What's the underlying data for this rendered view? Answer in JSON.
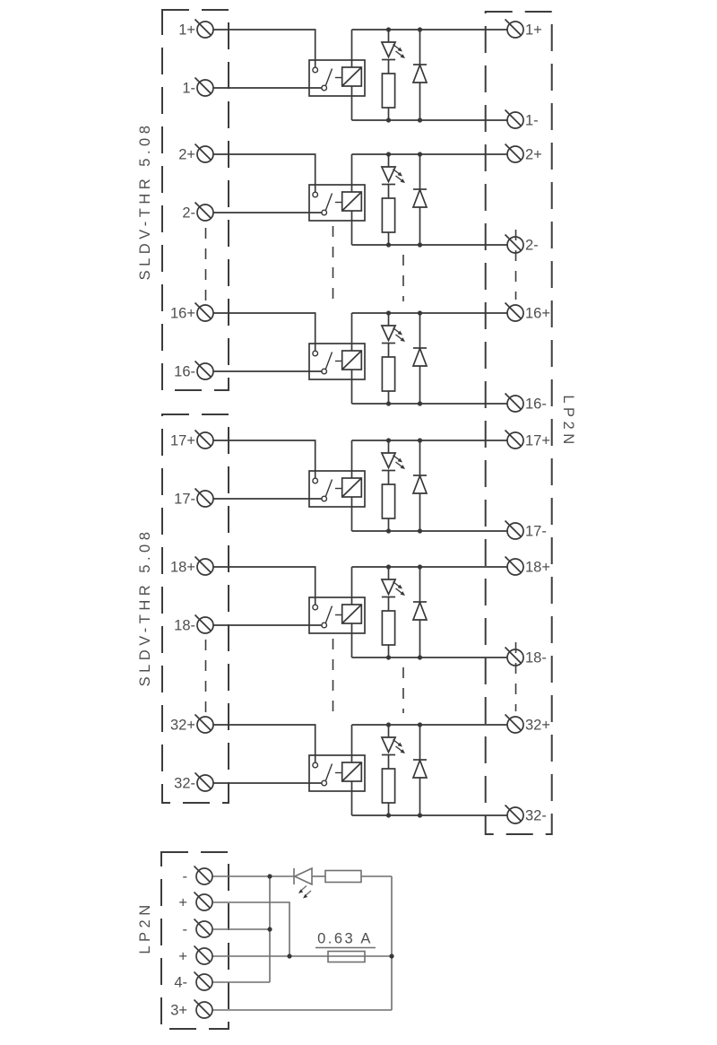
{
  "diagram_title": "relay-module-wiring-diagram",
  "colors": {
    "line": "#383838",
    "light_line": "#6f6f6f",
    "text": "#4f4f4f",
    "background": "#ffffff"
  },
  "blocks": {
    "left_top": {
      "label": "SLDV-THR 5.08"
    },
    "left_bottom": {
      "label": "SLDV-THR 5.08"
    },
    "right": {
      "label": "LP2N"
    },
    "power": {
      "label": "LP2N",
      "terminals": [
        "-",
        "+",
        "-",
        "+",
        "4-",
        "3+"
      ],
      "fuse_rating": "0.63 A"
    }
  },
  "channels": [
    {
      "plus": "1+",
      "minus": "1-"
    },
    {
      "plus": "2+",
      "minus": "2-"
    },
    {
      "plus": "16+",
      "minus": "16-"
    },
    {
      "plus": "17+",
      "minus": "17-"
    },
    {
      "plus": "18+",
      "minus": "18-"
    },
    {
      "plus": "32+",
      "minus": "32-"
    }
  ],
  "symbols": {
    "screw_terminal": "circle-with-slash",
    "relay_contact": "switch-in-box",
    "relay_coil": "square-with-diagonal",
    "led": "triangle-down-with-arrows",
    "resistor": "rectangle",
    "diode": "triangle-up-with-bar",
    "fuse": "rectangle-with-line-through"
  }
}
